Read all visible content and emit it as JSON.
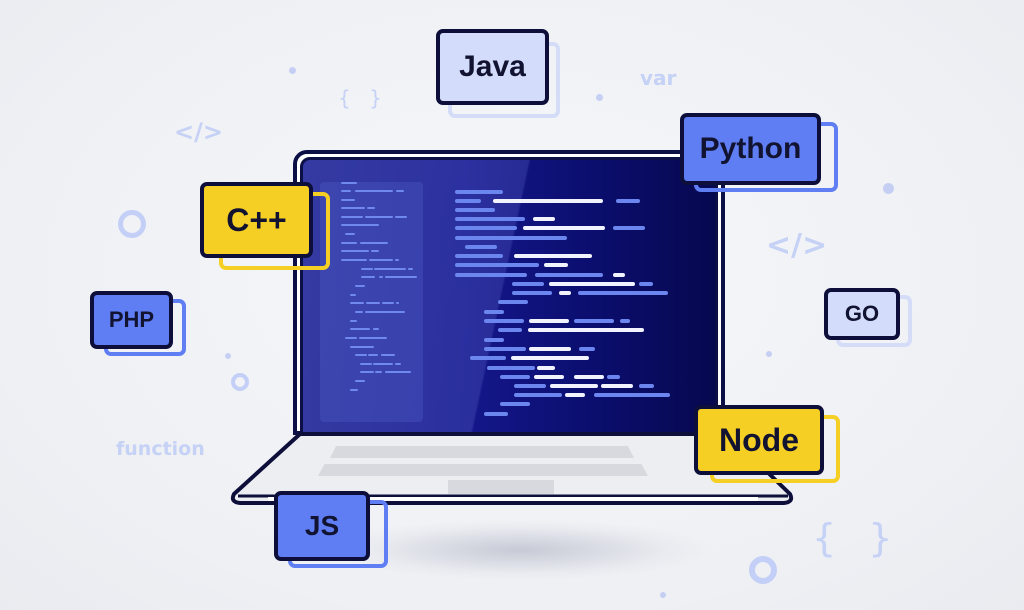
{
  "illustration": {
    "description": "Laptop with code editor surrounded by programming language badges",
    "colors": {
      "background": "#eef0f4",
      "outline": "#0d0f3a",
      "screen": "#14178a",
      "yellow_tag": "#f6cf24",
      "blue_tag": "#5f7ef3",
      "light_tag": "#d3ddfb",
      "decor": "#c5d1f5"
    }
  },
  "tags": {
    "java": "Java",
    "python": "Python",
    "cpp": "C++",
    "php": "PHP",
    "go": "GO",
    "node": "Node",
    "js": "JS"
  },
  "decorations": {
    "braces_top": "{ }",
    "tag_left": "</>",
    "var_text": "var",
    "tag_right": "</>",
    "function_text": "function",
    "braces_bottom": "{   }"
  }
}
